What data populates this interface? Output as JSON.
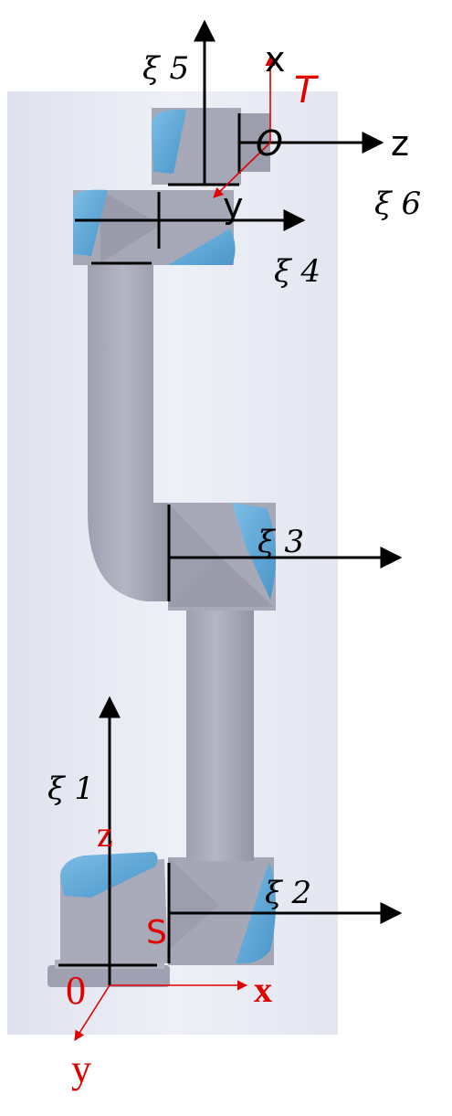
{
  "labels": {
    "xi1": "ξ 1",
    "xi2": "ξ 2",
    "xi3": "ξ 3",
    "xi4": "ξ 4",
    "xi5": "ξ 5",
    "xi6": "ξ 6",
    "tool_frame_letter": "T",
    "tool_origin": "O",
    "tool_x": "x",
    "tool_y": "y",
    "tool_z": "z",
    "base_z": "z",
    "base_x": "x",
    "base_y": "y",
    "base_origin": "0",
    "shoulder_point": "S"
  },
  "colors": {
    "background_panel": "#e6e8f2",
    "link_gray": "#a7a9b8",
    "link_dark": "#8c8e9c",
    "joint_blue": "#5aa6d6",
    "axis_black": "#000000",
    "frame_red": "#e00000"
  }
}
